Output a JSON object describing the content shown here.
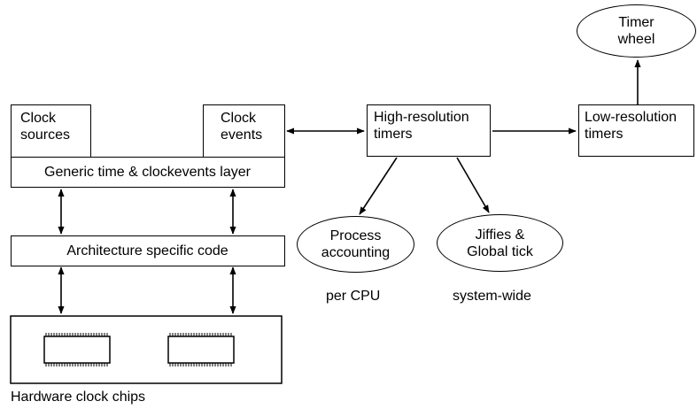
{
  "nodes": {
    "clock_sources": "Clock\nsources",
    "clock_events": "Clock\nevents",
    "generic_layer": "Generic time & clockevents layer",
    "arch_code": "Architecture specific code",
    "high_res_timers": "High-resolution\ntimers",
    "low_res_timers": "Low-resolution\ntimers",
    "timer_wheel": "Timer\nwheel",
    "process_accounting": "Process\naccounting",
    "jiffies_global_tick": "Jiffies &\nGlobal tick"
  },
  "annotations": {
    "per_cpu": "per CPU",
    "system_wide": "system-wide",
    "hardware_clock_chips": "Hardware clock chips"
  },
  "colors": {
    "stroke": "#000000",
    "fill": "#ffffff"
  }
}
